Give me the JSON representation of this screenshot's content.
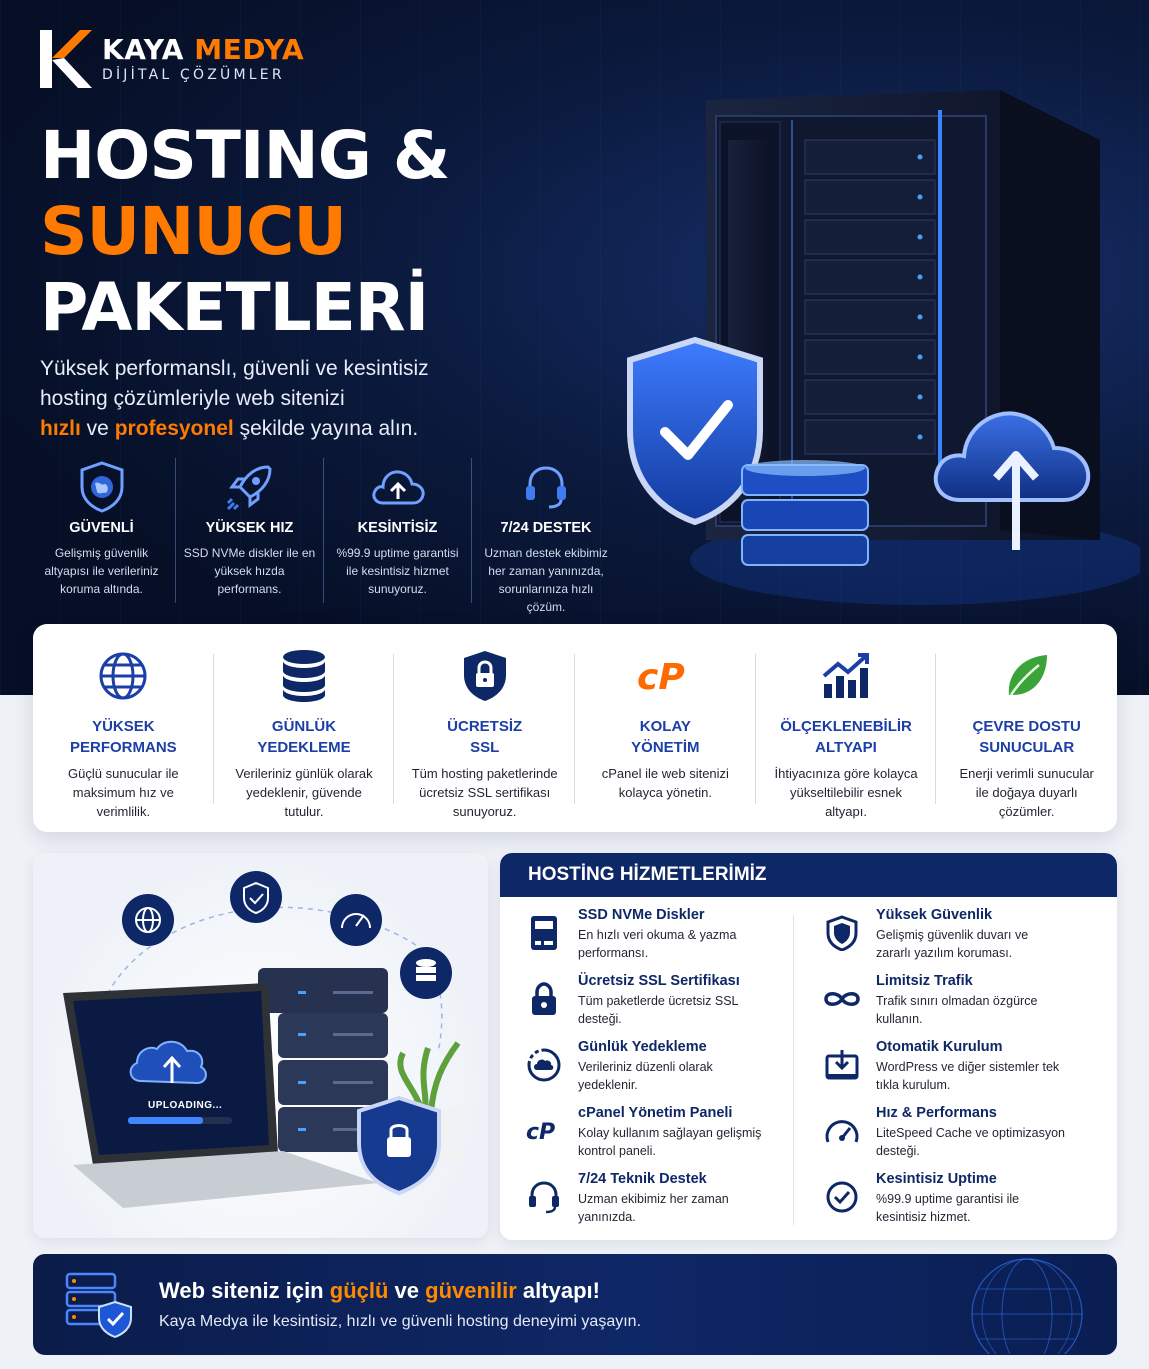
{
  "brand": {
    "name_part1": "KAYA ",
    "name_part2": "MEDYA",
    "tagline": "DİJİTAL ÇÖZÜMLER"
  },
  "hero": {
    "title_line1": "HOSTING &",
    "title_line2": "SUNUCU",
    "title_line3": "PAKETLERİ",
    "subtitle_line1": "Yüksek performanslı, güvenli ve kesintisiz",
    "subtitle_line2": "hosting çözümleriyle web sitenizi",
    "subtitle_hl1": "hızlı",
    "subtitle_mid": " ve ",
    "subtitle_hl2": "profesyonel",
    "subtitle_end": " şekilde yayına alın.",
    "features": [
      {
        "icon": "shield-globe-icon",
        "title": "GÜVENLİ",
        "desc": "Gelişmiş güvenlik altyapısı ile verileriniz koruma altında."
      },
      {
        "icon": "rocket-icon",
        "title": "YÜKSEK HIZ",
        "desc": "SSD NVMe diskler ile en yüksek hızda performans."
      },
      {
        "icon": "cloud-upload-icon",
        "title": "KESİNTİSİZ",
        "desc": "%99.9 uptime garantisi ile kesintisiz hizmet sunuyoruz."
      },
      {
        "icon": "headset-icon",
        "title": "7/24 DESTEK",
        "desc": "Uzman destek ekibimiz her zaman yanınızda, sorunlarınıza hızlı çözüm."
      }
    ]
  },
  "highlights": [
    {
      "icon": "globe-icon",
      "title": "YÜKSEK\nPERFORMANS",
      "desc": "Güçlü sunucular ile\nmaksimum hız ve\nverimlilik."
    },
    {
      "icon": "database-icon",
      "title": "GÜNLÜK\nYEDEKLEME",
      "desc": "Verileriniz günlük olarak\nyedeklenir, güvende\ntutulur."
    },
    {
      "icon": "shield-lock-icon",
      "title": "ÜCRETSİZ\nSSL",
      "desc": "Tüm hosting paketlerinde\nücretsiz SSL sertifikası\nsunuyoruz."
    },
    {
      "icon": "cpanel-icon",
      "title": "KOLAY\nYÖNETİM",
      "desc": "cPanel ile web sitenizi\nkolayca yönetin."
    },
    {
      "icon": "growth-chart-icon",
      "title": "ÖLÇEKLENEBİLİR\nALTYAPI",
      "desc": "İhtiyacınıza göre kolayca\nyükseltilebilir esnek\naltyapı."
    },
    {
      "icon": "leaf-icon",
      "title": "ÇEVRE DOSTU\nSUNUCULAR",
      "desc": "Enerji verimli sunucular\nile doğaya duyarlı\nçözümler."
    }
  ],
  "illustration": {
    "uploading_label": "UPLOADING..."
  },
  "services": {
    "heading": "HOSTİNG HİZMETLERİMİZ",
    "left": [
      {
        "icon": "ssd-icon",
        "title": "SSD NVMe Diskler",
        "desc": "En hızlı veri okuma & yazma performansı."
      },
      {
        "icon": "lock-icon",
        "title": "Ücretsiz SSL Sertifikası",
        "desc": "Tüm paketlerde ücretsiz SSL desteği."
      },
      {
        "icon": "backup-cloud-icon",
        "title": "Günlük Yedekleme",
        "desc": "Verileriniz düzenli olarak yedeklenir."
      },
      {
        "icon": "cpanel-icon",
        "title": "cPanel Yönetim Paneli",
        "desc": "Kolay kullanım sağlayan gelişmiş kontrol paneli."
      },
      {
        "icon": "headset-icon",
        "title": "7/24 Teknik Destek",
        "desc": "Uzman ekibimiz her zaman yanınızda."
      }
    ],
    "right": [
      {
        "icon": "shield-icon",
        "title": "Yüksek Güvenlik",
        "desc": "Gelişmiş güvenlik duvarı ve zararlı yazılım koruması."
      },
      {
        "icon": "infinity-icon",
        "title": "Limitsiz Trafik",
        "desc": "Trafik sınırı olmadan özgürce kullanın."
      },
      {
        "icon": "download-install-icon",
        "title": "Otomatik Kurulum",
        "desc": "WordPress ve diğer sistemler tek tıkla kurulum."
      },
      {
        "icon": "speedometer-icon",
        "title": "Hız & Performans",
        "desc": "LiteSpeed Cache ve optimizasyon desteği."
      },
      {
        "icon": "check-circle-icon",
        "title": "Kesintisiz Uptime",
        "desc": "%99.9 uptime garantisi ile kesintisiz hizmet."
      }
    ]
  },
  "banner": {
    "t1": "Web siteniz için ",
    "t2": "güçlü",
    "t3": " ve ",
    "t4": "güvenilir",
    "t5": " altyapı!",
    "subtitle": "Kaya Medya ile kesintisiz, hızlı ve güvenli hosting deneyimi yaşayın."
  },
  "colors": {
    "accent": "#ff7a00",
    "navy": "#0e2766",
    "blue": "#1b3fa6"
  }
}
